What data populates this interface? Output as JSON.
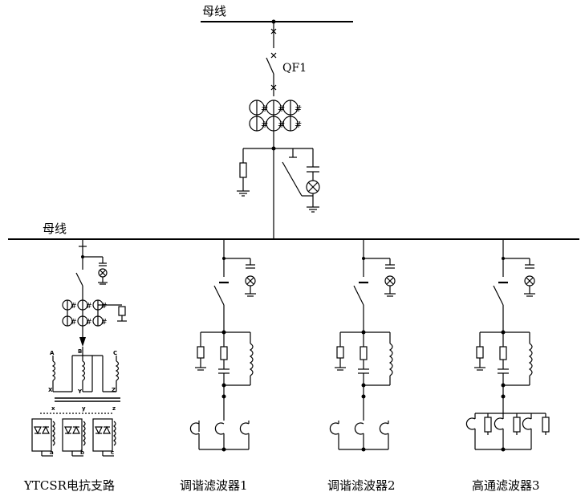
{
  "colors": {
    "ink": "#000000",
    "background": "#ffffff"
  },
  "labels": {
    "top_bus": "母线",
    "breaker": "QF1",
    "main_bus": "母线",
    "branch_tcsr": "YTCSR电抗支路",
    "branch_filter1": "调谐滤波器1",
    "branch_filter2": "调谐滤波器2",
    "branch_filter3": "高通滤波器3"
  },
  "tcsr_terminals": {
    "A": "A",
    "B": "B",
    "C": "C",
    "X": "X",
    "Y": "Y",
    "Z": "Z",
    "x": "x",
    "y": "y",
    "z": "z",
    "a": "a",
    "b": "b",
    "c": "c"
  },
  "ct_mark": "#"
}
